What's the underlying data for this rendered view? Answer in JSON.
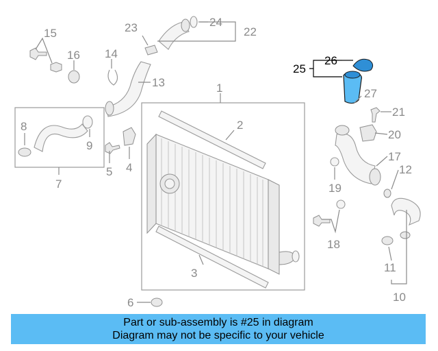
{
  "callouts": {
    "c1": "1",
    "c2": "2",
    "c3": "3",
    "c4": "4",
    "c5": "5",
    "c6": "6",
    "c7": "7",
    "c8": "8",
    "c9": "9",
    "c10": "10",
    "c11": "11",
    "c12": "12",
    "c13": "13",
    "c14": "14",
    "c15": "15",
    "c16": "16",
    "c17": "17",
    "c18": "18",
    "c19": "19",
    "c20": "20",
    "c21": "21",
    "c22": "22",
    "c23": "23",
    "c24": "24",
    "c25": "25",
    "c26": "26",
    "c27": "27"
  },
  "highlighted_parts": [
    "25",
    "26"
  ],
  "colors": {
    "highlight": "#5bbcf4",
    "banner": "#5bbcf4",
    "callout": "#8a8a8a"
  },
  "banner": {
    "line1": "Part or sub-assembly is #25 in diagram",
    "line2": "Diagram may not be specific to your vehicle"
  }
}
